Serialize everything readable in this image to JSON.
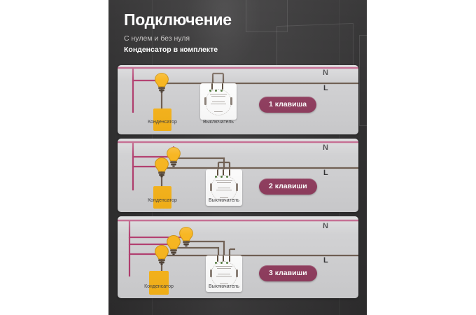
{
  "header": {
    "title": "Подключение",
    "subtitle": "С нулем и без нуля",
    "note": "Конденсатор в комплекте"
  },
  "colors": {
    "background_dark": "#3b3a3b",
    "panel": "#cfcfd1",
    "badge": "#8e3a5c",
    "wire_line": "#b0396b",
    "wire_neutral": "#6b5a4e",
    "capacitor": "#f7b318",
    "bulb": "#f7b318",
    "text_light": "#ffffff"
  },
  "panels": [
    {
      "id": "panel-1-gang",
      "badge": "1 клавиша",
      "bulb_count": 1,
      "labels": {
        "capacitor": "Конденсатор",
        "switch": "Выключатель"
      },
      "terminals": {
        "neutral": "N",
        "line": "L"
      }
    },
    {
      "id": "panel-2-gang",
      "badge": "2 клавиши",
      "bulb_count": 2,
      "labels": {
        "capacitor": "Конденсатор",
        "switch": "Выключатель"
      },
      "terminals": {
        "neutral": "N",
        "line": "L"
      }
    },
    {
      "id": "panel-3-gang",
      "badge": "3 клавиши",
      "bulb_count": 3,
      "labels": {
        "capacitor": "Конденсатор",
        "switch": "Выключатель"
      },
      "terminals": {
        "neutral": "N",
        "line": "L"
      }
    }
  ]
}
